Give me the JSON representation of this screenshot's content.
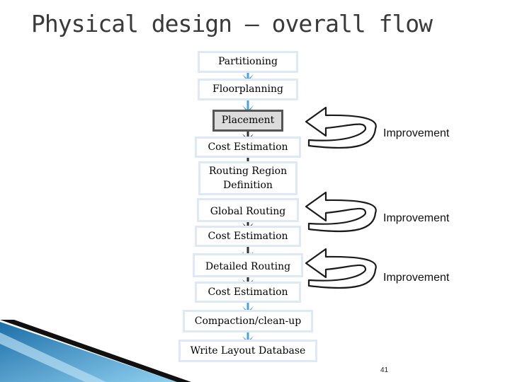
{
  "title": "Physical design – overall flow",
  "steps": {
    "partitioning": "Partitioning",
    "floorplanning": "Floorplanning",
    "placement": "Placement",
    "cost1": "Cost Estimation",
    "routing_region_l1": "Routing Region",
    "routing_region_l2": "Definition",
    "global_routing": "Global Routing",
    "cost2": "Cost Estimation",
    "detailed_routing": "Detailed Routing",
    "cost3": "Cost Estimation",
    "compaction": "Compaction/clean-up",
    "write_db": "Write Layout Database"
  },
  "loops": [
    "Improvement",
    "Improvement",
    "Improvement"
  ],
  "page_number": "41",
  "colors": {
    "box_border": "#dde9f7",
    "highlight_fill": "#dcdcdc",
    "arrow_blue": "#4ba3d4",
    "arrow_dark": "#303030",
    "loop_arrow_fill": "#ffffff",
    "loop_arrow_stroke": "#1a1a1a",
    "corner_blue": "#3d8fc8"
  }
}
